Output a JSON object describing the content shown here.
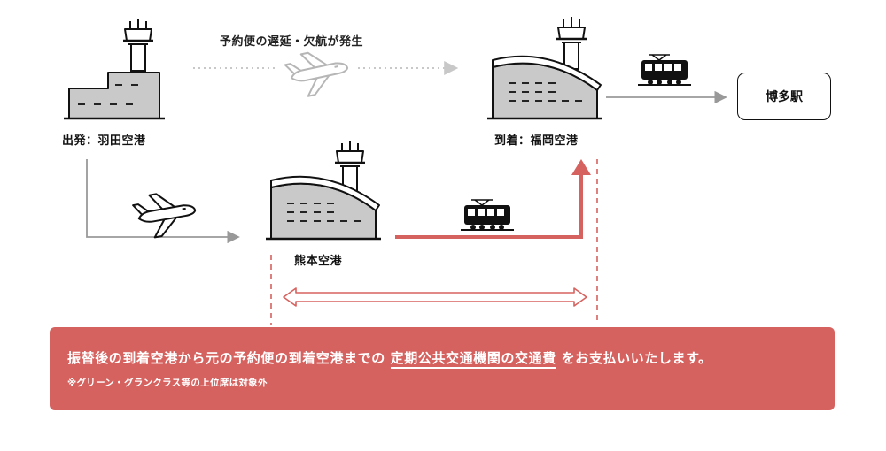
{
  "airports": {
    "departure": "出発：羽田空港",
    "arrival": "到着：福岡空港",
    "alternate": "熊本空港"
  },
  "delay_label": "予約便の遅延・欠航が発生",
  "destination": "博多駅",
  "banner": {
    "text_before": "振替後の到着空港から元の予約便の到着空港までの",
    "text_underlined": "定期公共交通機関の交通費",
    "text_after": "をお支払いいたします。",
    "note": "※グリーン・グランクラス等の上位席は対象外"
  },
  "colors": {
    "accent": "#d6625f",
    "arrow_gray": "#999999",
    "dotted_gray": "#c8c8c8",
    "building_fill": "#c9c9c9"
  },
  "icons": [
    "tower-icon",
    "terminal-building-icon",
    "airplane-icon",
    "train-icon"
  ]
}
